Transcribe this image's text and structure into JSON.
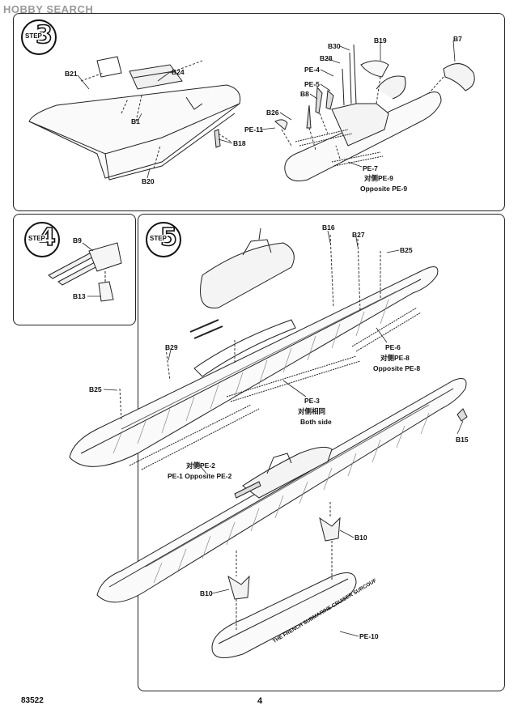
{
  "watermark": "HOBBY SEARCH",
  "steps": {
    "s3": "3",
    "s4": "4",
    "s5": "5",
    "word": "STEP"
  },
  "labels": {
    "b21": "B21",
    "b24": "B24",
    "b1": "B1",
    "b18": "B18",
    "b20": "B20",
    "b30": "B30",
    "b19": "B19",
    "b7": "B7",
    "b28": "B28",
    "pe4": "PE-4",
    "pe5": "PE-5",
    "b8": "B8",
    "b26": "B26",
    "pe11": "PE-11",
    "pe7": "PE-7",
    "pe9_cn": "对侧PE-9",
    "pe9_en": "Opposite PE-9",
    "b9": "B9",
    "b13": "B13",
    "b16": "B16",
    "b27": "B27",
    "b25a": "B25",
    "b29": "B29",
    "pe6": "PE-6",
    "pe8_cn": "对侧PE-8",
    "pe8_en": "Opposite PE-8",
    "b25b": "B25",
    "pe3": "PE-3",
    "pe3_cn": "对侧相同",
    "pe3_en": "Both side",
    "b15": "B15",
    "pe2_cn": "对侧PE-2",
    "pe1": "PE-1 Opposite PE-2",
    "b10a": "B10",
    "b10b": "B10",
    "pe10": "PE-10"
  },
  "base_caption": "THE FRENCH SUBMARINE CRUISER SURCOUF",
  "footer": {
    "code": "83522",
    "page": "4"
  }
}
